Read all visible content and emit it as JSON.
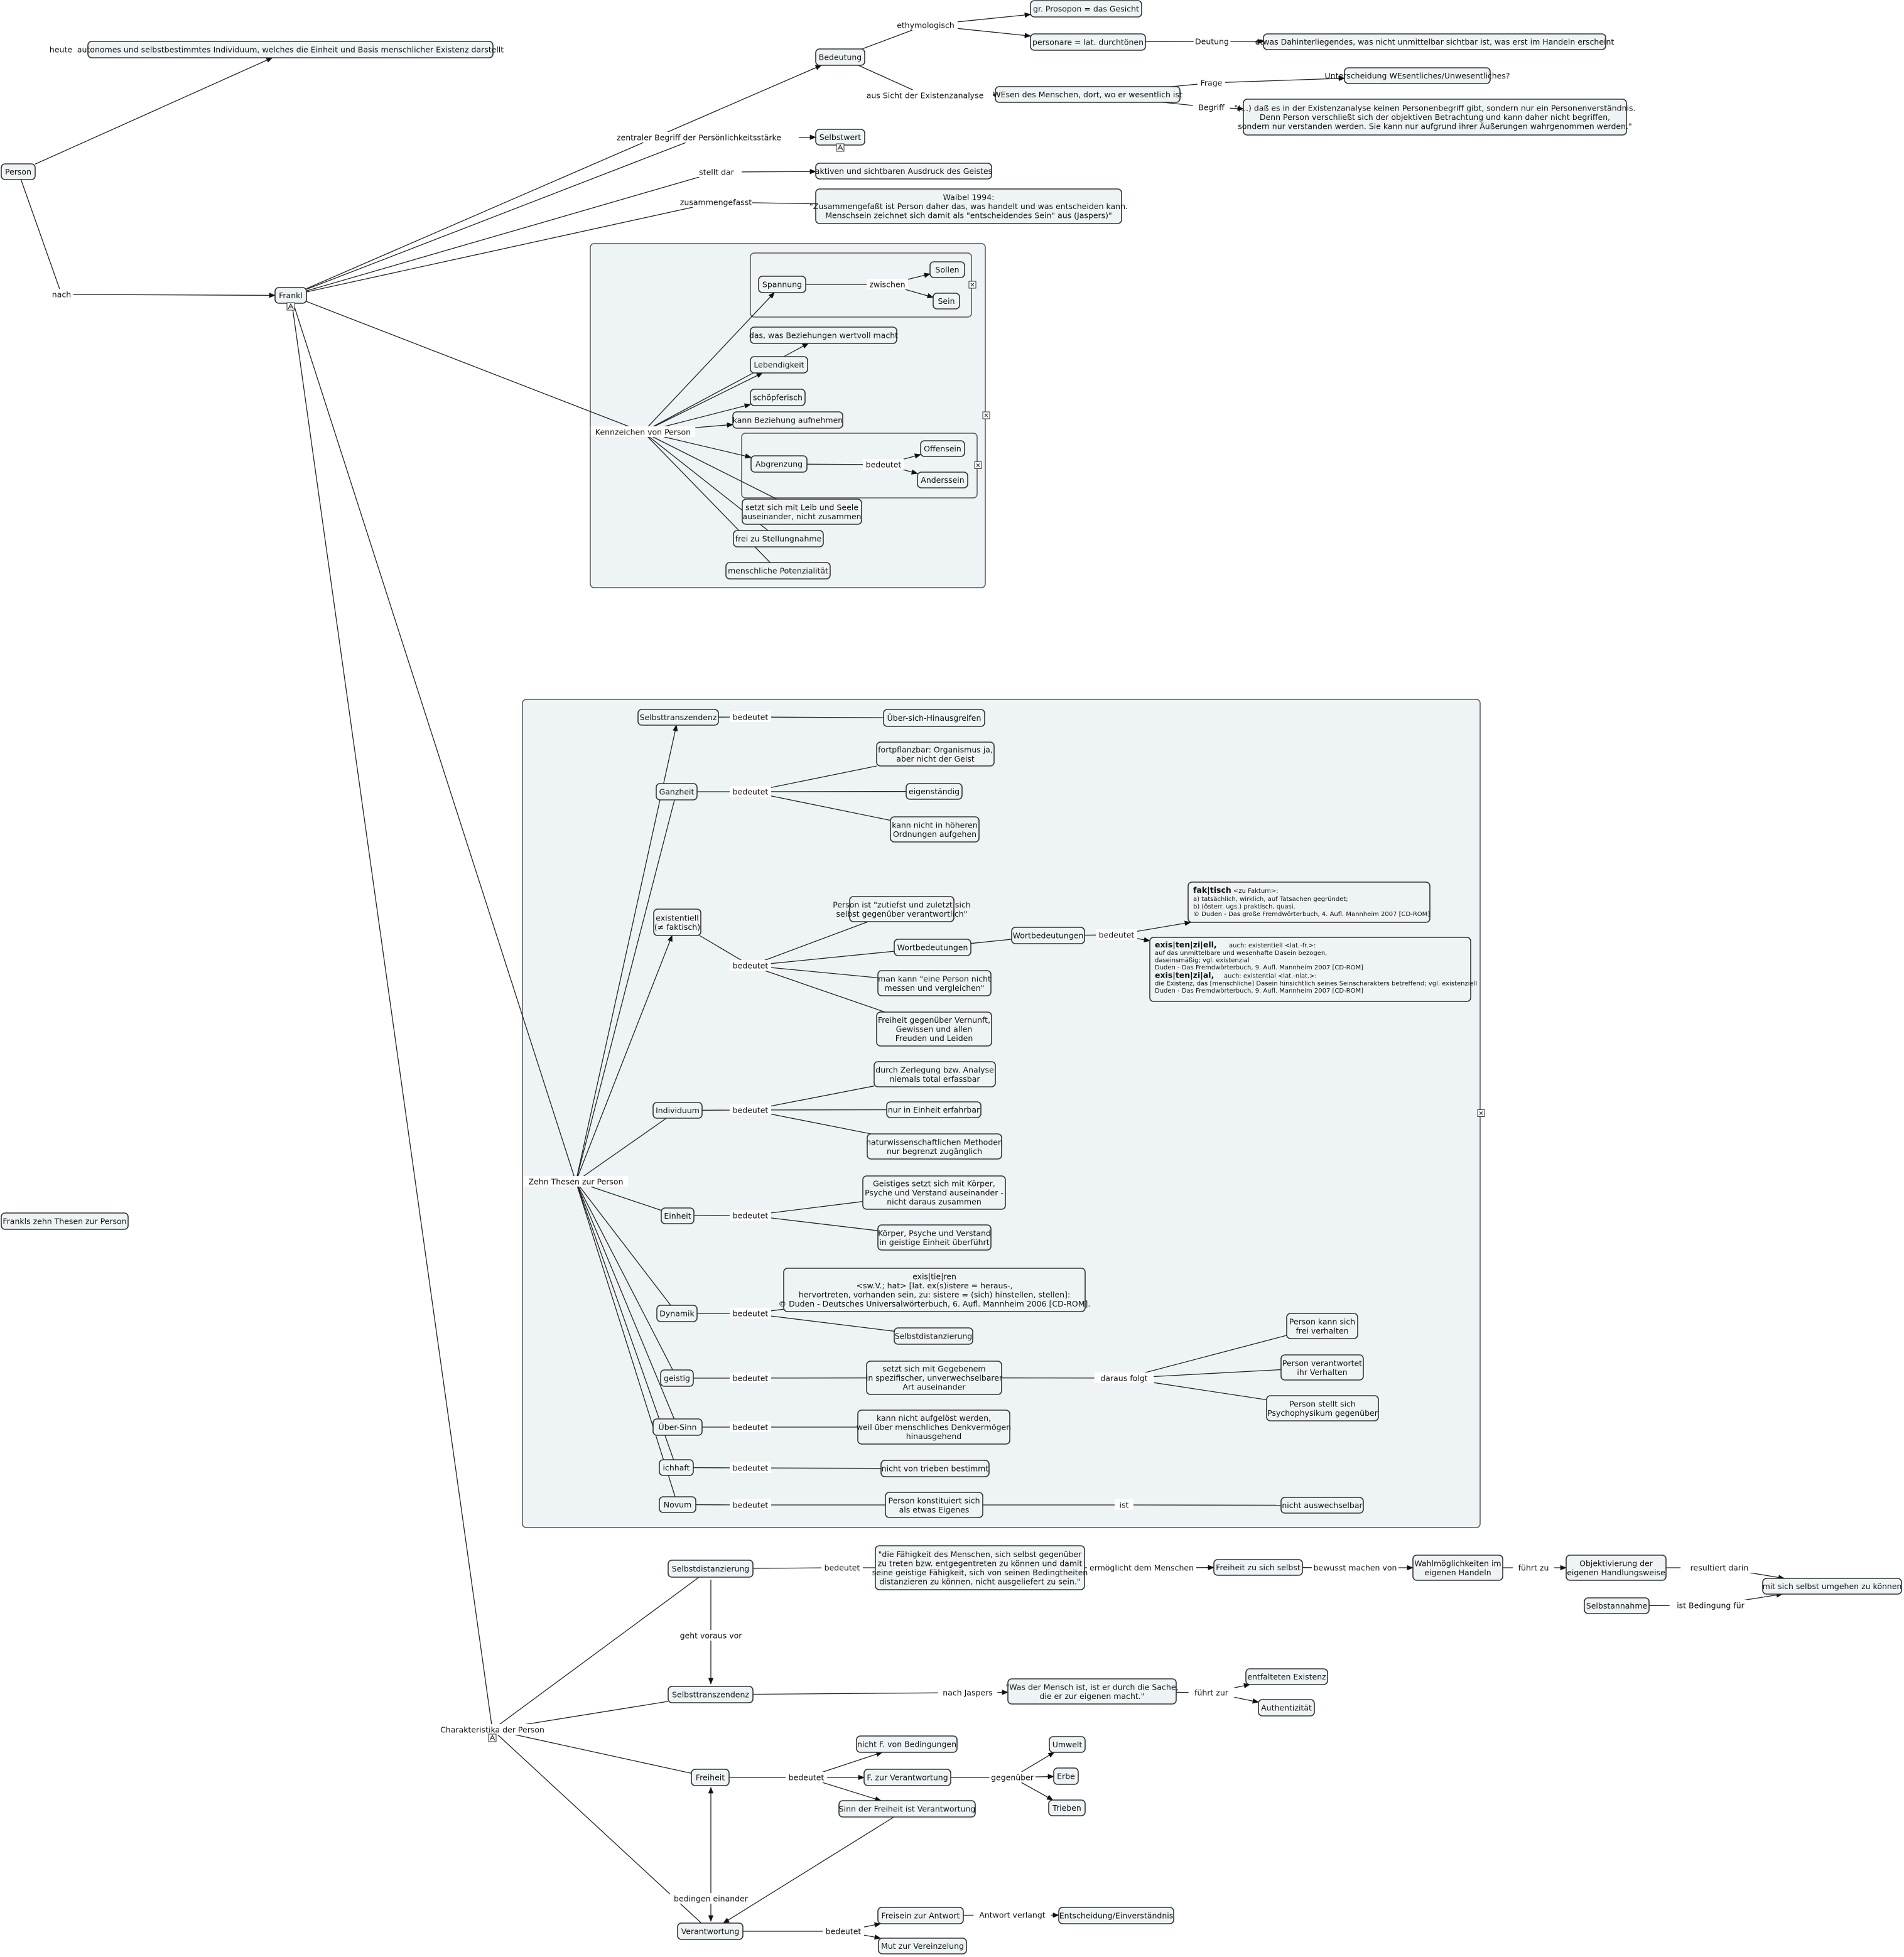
{
  "nodes": {
    "person": [
      "Person"
    ],
    "heute": [
      "autonomes und selbstbestimmtes Individuum, welches die Einheit und Basis menschlicher Existenz darstellt"
    ],
    "frankl": [
      "Frankl"
    ],
    "bedeutung": [
      "Bedeutung"
    ],
    "prosopon": [
      "gr. Prosopon = das Gesicht"
    ],
    "personare": [
      "personare = lat. durchtönen"
    ],
    "dahinter": [
      "etwas Dahinterliegendes, was nicht unmittelbar sichtbar ist, was erst im Handeln erscheint"
    ],
    "wesen": [
      "WEsen des Menschen, dort, wo er wesentlich ist"
    ],
    "unterscheidung": [
      "Unterscheidung WEsentliches/Unwesentliches?"
    ],
    "begriff_q": [
      "\"(...) daß es in der Existenzanalyse keinen Personenbegriff gibt, sondern nur ein Personenverständnis.",
      "Denn Person verschließt sich der objektiven Betrachtung und kann daher nicht begriffen,",
      "sondern nur verstanden werden. Sie kann nur aufgrund ihrer Äußerungen wahrgenommen werden.\""
    ],
    "selbstwert": [
      "Selbstwert"
    ],
    "ausdruck": [
      "aktiven und sichtbaren Ausdruck des Geistes"
    ],
    "waibel": [
      "Waibel 1994:",
      "\"Zusammengefaßt ist Person daher das, was handelt und was entscheiden kann.",
      "Menschsein zeichnet sich damit als \"entscheidendes Sein\" aus (Jaspers)\""
    ],
    "spannung": [
      "Spannung"
    ],
    "sollen": [
      "Sollen"
    ],
    "sein": [
      "Sein"
    ],
    "beziehungen": [
      "das, was Beziehungen wertvoll macht"
    ],
    "lebendigkeit": [
      "Lebendigkeit"
    ],
    "schoepferisch": [
      "schöpferisch"
    ],
    "beziehung_auf": [
      "kann Beziehung aufnehmen"
    ],
    "abgrenzung": [
      "Abgrenzung"
    ],
    "offensein": [
      "Offensein"
    ],
    "anderssein": [
      "Anderssein"
    ],
    "leib": [
      "setzt sich mit Leib und Seele",
      "auseinander, nicht zusammen"
    ],
    "stellung": [
      "frei zu Stellungnahme"
    ],
    "potenzialitaet": [
      "menschliche Potenzialität"
    ],
    "zehn_label": [
      "Frankls zehn Thesen zur Person"
    ],
    "t_selbsttr": [
      "Selbsttranszendenz"
    ],
    "ueber_sich": [
      "Über-sich-Hinausgreifen"
    ],
    "ganzheit": [
      "Ganzheit"
    ],
    "fortpfl": [
      "fortpflanzbar: Organismus ja,",
      "aber nicht der Geist"
    ],
    "eigenst": [
      "eigenständig"
    ],
    "hoeheren": [
      "kann nicht in höheren",
      "Ordnungen aufgehen"
    ],
    "existentiell": [
      "existentiell",
      "(≠ faktisch)"
    ],
    "zutiefst": [
      "Person ist \"zutiefst und zuletzt sich",
      "selbst gegenüber verantwortlich\""
    ],
    "wortbed1": [
      "Wortbedeutungen"
    ],
    "wortbed2": [
      "Wortbedeutungen"
    ],
    "messen": [
      "man kann \"eine Person nicht",
      "messen und vergleichen\""
    ],
    "freiheit_geg": [
      "Freiheit gegenüber Vernunft,",
      "Gewissen und allen",
      "Freuden und Leiden"
    ],
    "individuum": [
      "Individuum"
    ],
    "zerlegung": [
      "durch Zerlegung bzw. Analyse",
      "niemals total erfassbar"
    ],
    "einheit_erf": [
      "nur in Einheit erfahrbar"
    ],
    "naturw": [
      "naturwissenschaftlichen Methoden",
      "nur begrenzt zugänglich"
    ],
    "einheit": [
      "Einheit"
    ],
    "geistiges": [
      "Geistiges setzt sich mit Körper,",
      "Psyche und Verstand auseinander -",
      "nicht daraus zusammen"
    ],
    "koerper": [
      "Körper, Psyche und Verstand",
      "in geistige Einheit überführt"
    ],
    "dynamik": [
      "Dynamik"
    ],
    "existieren": [
      "exis|tie|ren",
      "<sw.V.; hat> [lat. ex(s)istere = heraus-,",
      "hervortreten, vorhanden sein, zu: sistere = (sich) hinstellen, stellen]:",
      "© Duden - Deutsches Universalwörterbuch, 6. Aufl. Mannheim 2006 [CD-ROM]."
    ],
    "selbstdist_small": [
      "Selbstdistanzierung"
    ],
    "geistig": [
      "geistig"
    ],
    "gegebenem": [
      "setzt sich mit Gegebenem",
      "in spezifischer, unverwechselbarer",
      "Art auseinander"
    ],
    "frei_verh": [
      "Person kann sich",
      "frei verhalten"
    ],
    "verantw_verh": [
      "Person verantwortet",
      "ihr Verhalten"
    ],
    "psychophys": [
      "Person stellt sich",
      "Psychophysikum gegenüber"
    ],
    "ueber_sinn": [
      "Über-Sinn"
    ],
    "nicht_aufgel": [
      "kann nicht aufgelöst werden,",
      "weil über menschliches Denkvermögen",
      "hinausgehend"
    ],
    "ichhaft": [
      "ichhaft"
    ],
    "trieben_best": [
      "nicht von trieben bestimmt"
    ],
    "novum": [
      "Novum"
    ],
    "konstituiert": [
      "Person konstituiert sich",
      "als etwas Eigenes"
    ],
    "auswechselbar": [
      "nicht auswechselbar"
    ],
    "selbstdist": [
      "Selbstdistanzierung"
    ],
    "faehigkeit": [
      "\"die Fähigkeit des Menschen, sich selbst gegenüber",
      "zu treten bzw. entgegentreten zu können und damit",
      "seine geistige Fähigkeit, sich von seinen Bedingtheiten",
      "distanzieren zu können, nicht ausgeliefert zu sein.\""
    ],
    "freiheit_zu": [
      "Freiheit zu sich selbst"
    ],
    "wahlmoegl": [
      "Wahlmöglichkeiten im",
      "eigenen Handeln"
    ],
    "objektiv": [
      "Objektivierung der",
      "eigenen Handlungsweise"
    ],
    "mit_sich": [
      "mit sich selbst umgehen zu können"
    ],
    "selbstannahme": [
      "Selbstannahme"
    ],
    "selbsttr2": [
      "Selbsttranszendenz"
    ],
    "mensch_sache": [
      "\"Was der Mensch ist, ist er durch die Sache,",
      "die er zur eigenen macht.\""
    ],
    "entfaltet": [
      "entfalteten Existenz"
    ],
    "authent": [
      "Authentizität"
    ],
    "freiheit": [
      "Freiheit"
    ],
    "nicht_f": [
      "nicht F. von Bedingungen"
    ],
    "f_verantw": [
      "F. zur Verantwortung"
    ],
    "sinn_frei": [
      "Sinn der Freiheit ist Verantwortung"
    ],
    "umwelt": [
      "Umwelt"
    ],
    "erbe": [
      "Erbe"
    ],
    "trieben": [
      "Trieben"
    ],
    "verantwortung": [
      "Verantwortung"
    ],
    "freisein": [
      "Freisein zur Antwort"
    ],
    "entscheidung": [
      "Entscheidung/Einverständnis"
    ],
    "mut": [
      "Mut zur Vereinzelung"
    ]
  },
  "rich_nodes": {
    "faktisch": {
      "head": "fak|tisch",
      "head_note": "<zu Faktum>:",
      "lines": [
        "a) tatsächlich, wirklich, auf Tatsachen gegründet;",
        "b) (österr. ugs.) praktisch, quasi.",
        "© Duden - Das große Fremdwörterbuch, 4. Aufl. Mannheim 2007 [CD-ROM]"
      ]
    },
    "existenziell": {
      "head1": "exis|ten|zi|ell,",
      "head1_note": "auch: existentiell <lat.-fr.>:",
      "lines1": [
        "auf das unmittelbare und wesenhafte Dasein bezogen,",
        "daseinsmäßig; vgl. existenzial",
        "Duden - Das Fremdwörterbuch, 9. Aufl. Mannheim 2007 [CD-ROM]"
      ],
      "head2": "exis|ten|zi|al,",
      "head2_note": "auch: existential <lat.-nlat.>:",
      "lines2": [
        "die Existenz, das [menschliche] Dasein hinsichtlich seines Seinscharakters betreffend; vgl. existenziell",
        "Duden - Das Fremdwörterbuch, 9. Aufl. Mannheim 2007 [CD-ROM]"
      ]
    }
  },
  "relations": {
    "heute": "heute",
    "nach": "nach",
    "zentraler": "zentraler Begriff der Persönlichkeitsstärke",
    "stellt_dar": "stellt dar",
    "zusammengefasst": "zusammengefasst",
    "ethym": "ethymologisch",
    "deutung": "Deutung",
    "aus_sicht": "aus Sicht der Existenzanalyse",
    "frage": "Frage",
    "begriff": "Begriff",
    "kennzeichen": "Kennzeichen von Person",
    "zwischen": "zwischen",
    "bedeutet_abgr": "bedeutet",
    "zehn": "Zehn Thesen zur Person",
    "bed_selbsttr": "bedeutet",
    "bed_ganzheit": "bedeutet",
    "bed_existentiell": "bedeutet",
    "bed_wortbed": "bedeutet",
    "bed_individuum": "bedeutet",
    "bed_einheit": "bedeutet",
    "bed_dynamik": "bedeutet",
    "bed_geistig": "bedeutet",
    "daraus": "daraus folgt",
    "bed_ueber": "bedeutet",
    "bed_ichhaft": "bedeutet",
    "bed_novum": "bedeutet",
    "ist": "ist",
    "charakteristika": "Charakteristika der Person",
    "bed_sd": "bedeutet",
    "ermoeglicht": "ermöglicht dem Menschen",
    "bewusst": "bewusst machen von",
    "fuehrt_zu": "führt zu",
    "resultiert": "resultiert darin",
    "bedingung": "ist Bedingung für",
    "voraus": "geht voraus vor",
    "jaspers": "nach Jaspers",
    "fuehrt_zur": "führt zur",
    "bed_freiheit": "bedeutet",
    "gegenueber": "gegenüber",
    "bedingen": "bedingen einander",
    "bed_verantw": "bedeutet",
    "verlangt": "Antwort verlangt"
  }
}
